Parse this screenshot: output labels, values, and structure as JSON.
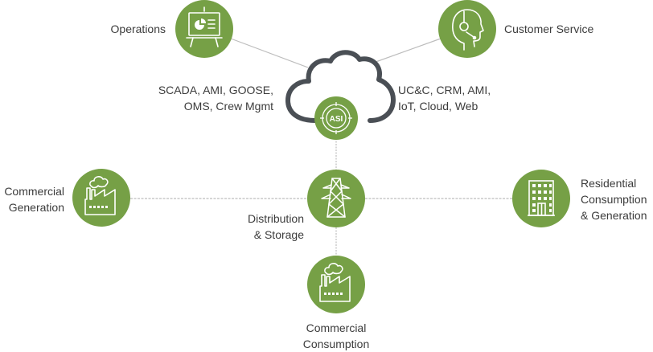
{
  "diagram": {
    "colors": {
      "node_fill": "#76a046",
      "icon_stroke": "#ffffff",
      "cloud_stroke": "#4a4f55",
      "connector": "#bdbdbd",
      "text": "#3c3c3c"
    },
    "hub": {
      "id": "asi",
      "badge_text": "ASI",
      "container": "cloud",
      "left_label": [
        "SCADA, AMI, GOOSE,",
        "OMS, Crew Mgmt"
      ],
      "right_label": [
        "UC&C, CRM, AMI,",
        "IoT, Cloud, Web"
      ]
    },
    "nodes": [
      {
        "id": "operations",
        "icon": "presentation-board-icon",
        "label": [
          "Operations"
        ]
      },
      {
        "id": "customer-service",
        "icon": "headset-agent-icon",
        "label": [
          "Customer Service"
        ]
      },
      {
        "id": "commercial-generation",
        "icon": "factory-icon",
        "label": [
          "Commercial",
          "Generation"
        ]
      },
      {
        "id": "distribution-storage",
        "icon": "transmission-tower-icon",
        "label": [
          "Distribution",
          "& Storage"
        ]
      },
      {
        "id": "residential",
        "icon": "apartment-building-icon",
        "label": [
          "Residential",
          "Consumption",
          "& Generation"
        ]
      },
      {
        "id": "commercial-consumption",
        "icon": "factory-icon",
        "label": [
          "Commercial",
          "Consumption"
        ]
      }
    ],
    "edges": [
      {
        "from": "operations",
        "to": "asi",
        "style": "solid"
      },
      {
        "from": "customer-service",
        "to": "asi",
        "style": "solid"
      },
      {
        "from": "asi",
        "to": "distribution-storage",
        "style": "dashed"
      },
      {
        "from": "commercial-generation",
        "to": "distribution-storage",
        "style": "dashed"
      },
      {
        "from": "distribution-storage",
        "to": "residential",
        "style": "dashed"
      },
      {
        "from": "distribution-storage",
        "to": "commercial-consumption",
        "style": "dashed"
      }
    ]
  }
}
